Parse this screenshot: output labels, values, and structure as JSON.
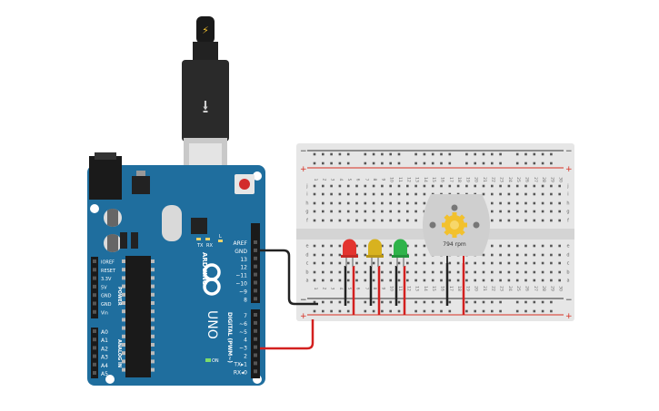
{
  "colors": {
    "board": "#1f6e9e",
    "board_dark": "#175a82",
    "breadboard": "#e6e6e6",
    "rail_red": "#d62d20",
    "rail_dark": "#333333",
    "wire_black": "#222222",
    "wire_red": "#d3201f",
    "led_red": "#e3342f",
    "led_yellow": "#d8b21f",
    "led_green": "#2fb34a",
    "motor_body": "#cfcfcf",
    "motor_gear": "#f2c12e"
  },
  "usb": {
    "bolt_icon": "lightning-bolt-icon",
    "usb_icon": "usb-trident-icon"
  },
  "arduino": {
    "brand": "ARDUINO",
    "model": "UNO",
    "logo_icon": "arduino-infinity-logo",
    "led_labels": {
      "l": "L",
      "tx": "TX",
      "rx": "RX",
      "on": "ON"
    },
    "digital_title": "DIGITAL (PWM~)",
    "power_title": "POWER",
    "analog_title": "ANALOG IN",
    "top_header_pins": [
      "AREF",
      "GND",
      "13",
      "12",
      "~11",
      "~10",
      "~9",
      "8"
    ],
    "bottom_header_pins": [
      "7",
      "~6",
      "~5",
      "4",
      "~3",
      "2",
      "TX▸1",
      "RX◂0"
    ],
    "power_pins": [
      "IOREF",
      "RESET",
      "3.3V",
      "5V",
      "GND",
      "GND",
      "Vin"
    ],
    "analog_pins": [
      "A0",
      "A1",
      "A2",
      "A3",
      "A4",
      "A5"
    ]
  },
  "breadboard": {
    "rail_plus": "+",
    "rail_minus": "−",
    "column_numbers": [
      "1",
      "2",
      "3",
      "4",
      "5",
      "6",
      "7",
      "8",
      "9",
      "10",
      "11",
      "12",
      "13",
      "14",
      "15",
      "16",
      "17",
      "18",
      "19",
      "20",
      "21",
      "22",
      "23",
      "24",
      "25",
      "26",
      "27",
      "28",
      "29",
      "30"
    ],
    "rows_top": [
      "j",
      "i",
      "h",
      "g",
      "f"
    ],
    "rows_bottom": [
      "e",
      "d",
      "c",
      "b",
      "a"
    ]
  },
  "motor": {
    "rpm_label": "794 rpm",
    "gear_icon": "motor-gear-icon"
  }
}
